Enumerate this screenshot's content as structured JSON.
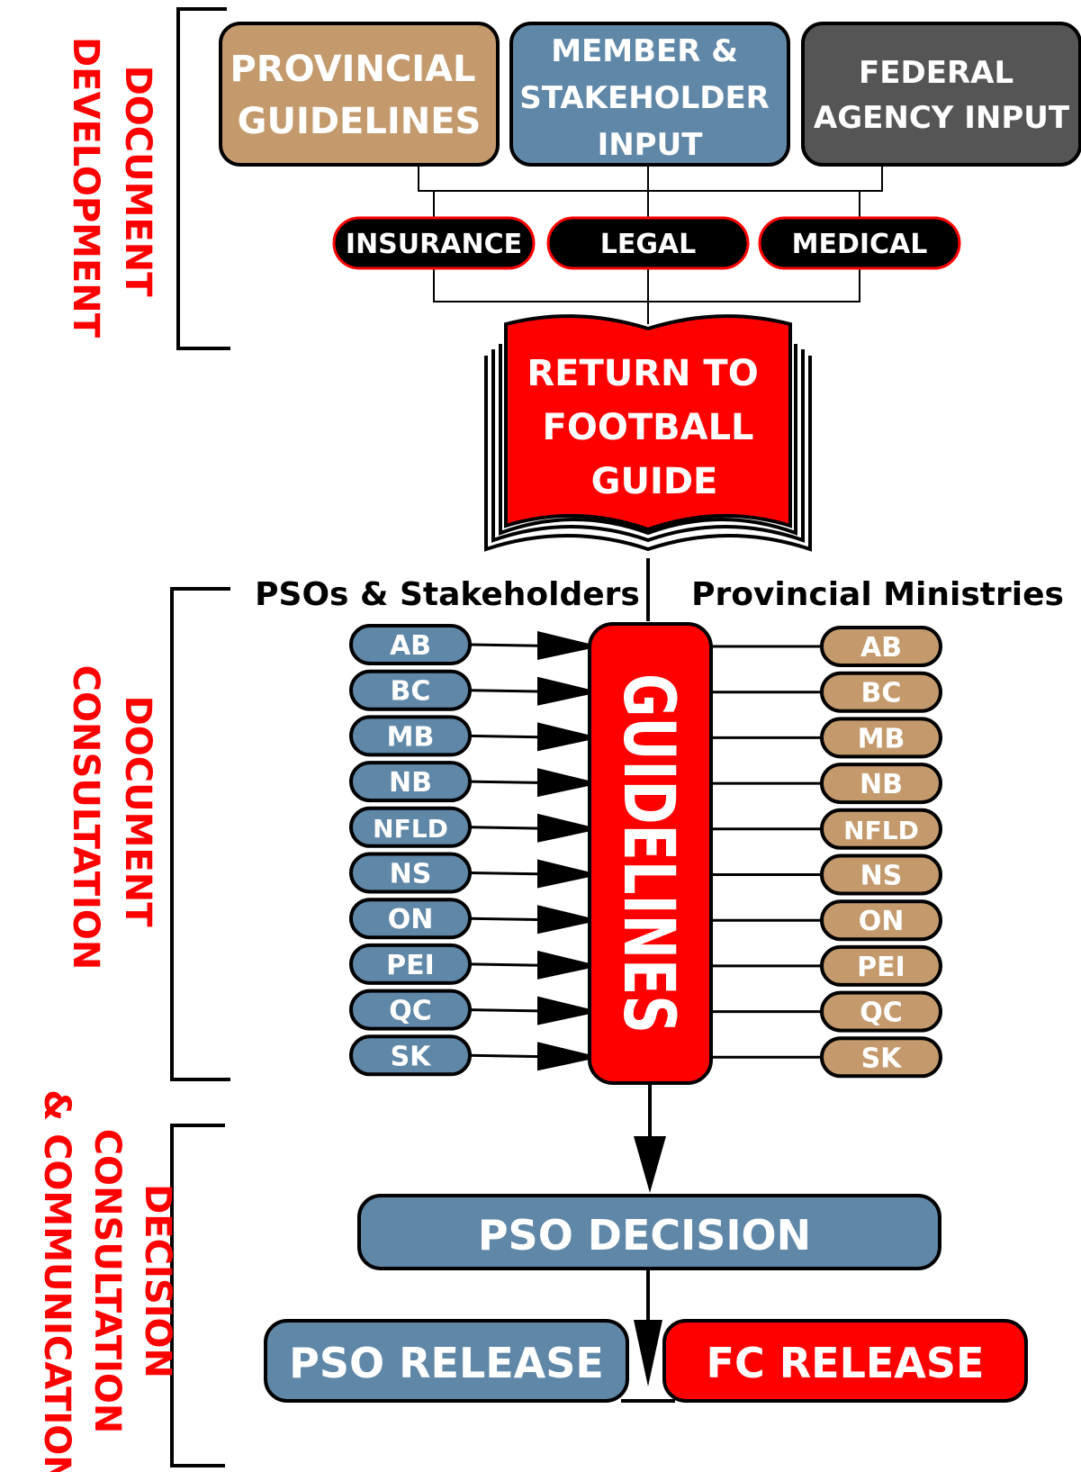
{
  "sections": {
    "development": [
      "DOCUMENT",
      "DEVELOPMENT"
    ],
    "consultation": [
      "DOCUMENT",
      "CONSULTATION"
    ],
    "decision": [
      "DECISION",
      "CONSULTATION",
      "& COMMUNICATION"
    ]
  },
  "inputs": {
    "provincial": [
      "PROVINCIAL",
      "GUIDELINES"
    ],
    "member": [
      "MEMBER &",
      "STAKEHOLDER",
      "INPUT"
    ],
    "federal": [
      "FEDERAL",
      "AGENCY INPUT"
    ]
  },
  "reviews": [
    "INSURANCE",
    "LEGAL",
    "MEDICAL"
  ],
  "guide": [
    "RETURN TO",
    "FOOTBALL",
    "GUIDE"
  ],
  "headers": {
    "left": "PSOs & Stakeholders",
    "right": "Provincial Ministries"
  },
  "guidelines_label": "GUIDELINES",
  "provinces": [
    "AB",
    "BC",
    "MB",
    "NB",
    "NFLD",
    "NS",
    "ON",
    "PEI",
    "QC",
    "SK"
  ],
  "outcomes": {
    "decision": "PSO DECISION",
    "pso_release": "PSO RELEASE",
    "fc_release": "FC RELEASE"
  },
  "colors": {
    "red": "#ff0000",
    "blue": "#5f87a8",
    "tan": "#c49a6c",
    "gray": "#555555",
    "black": "#000000"
  }
}
